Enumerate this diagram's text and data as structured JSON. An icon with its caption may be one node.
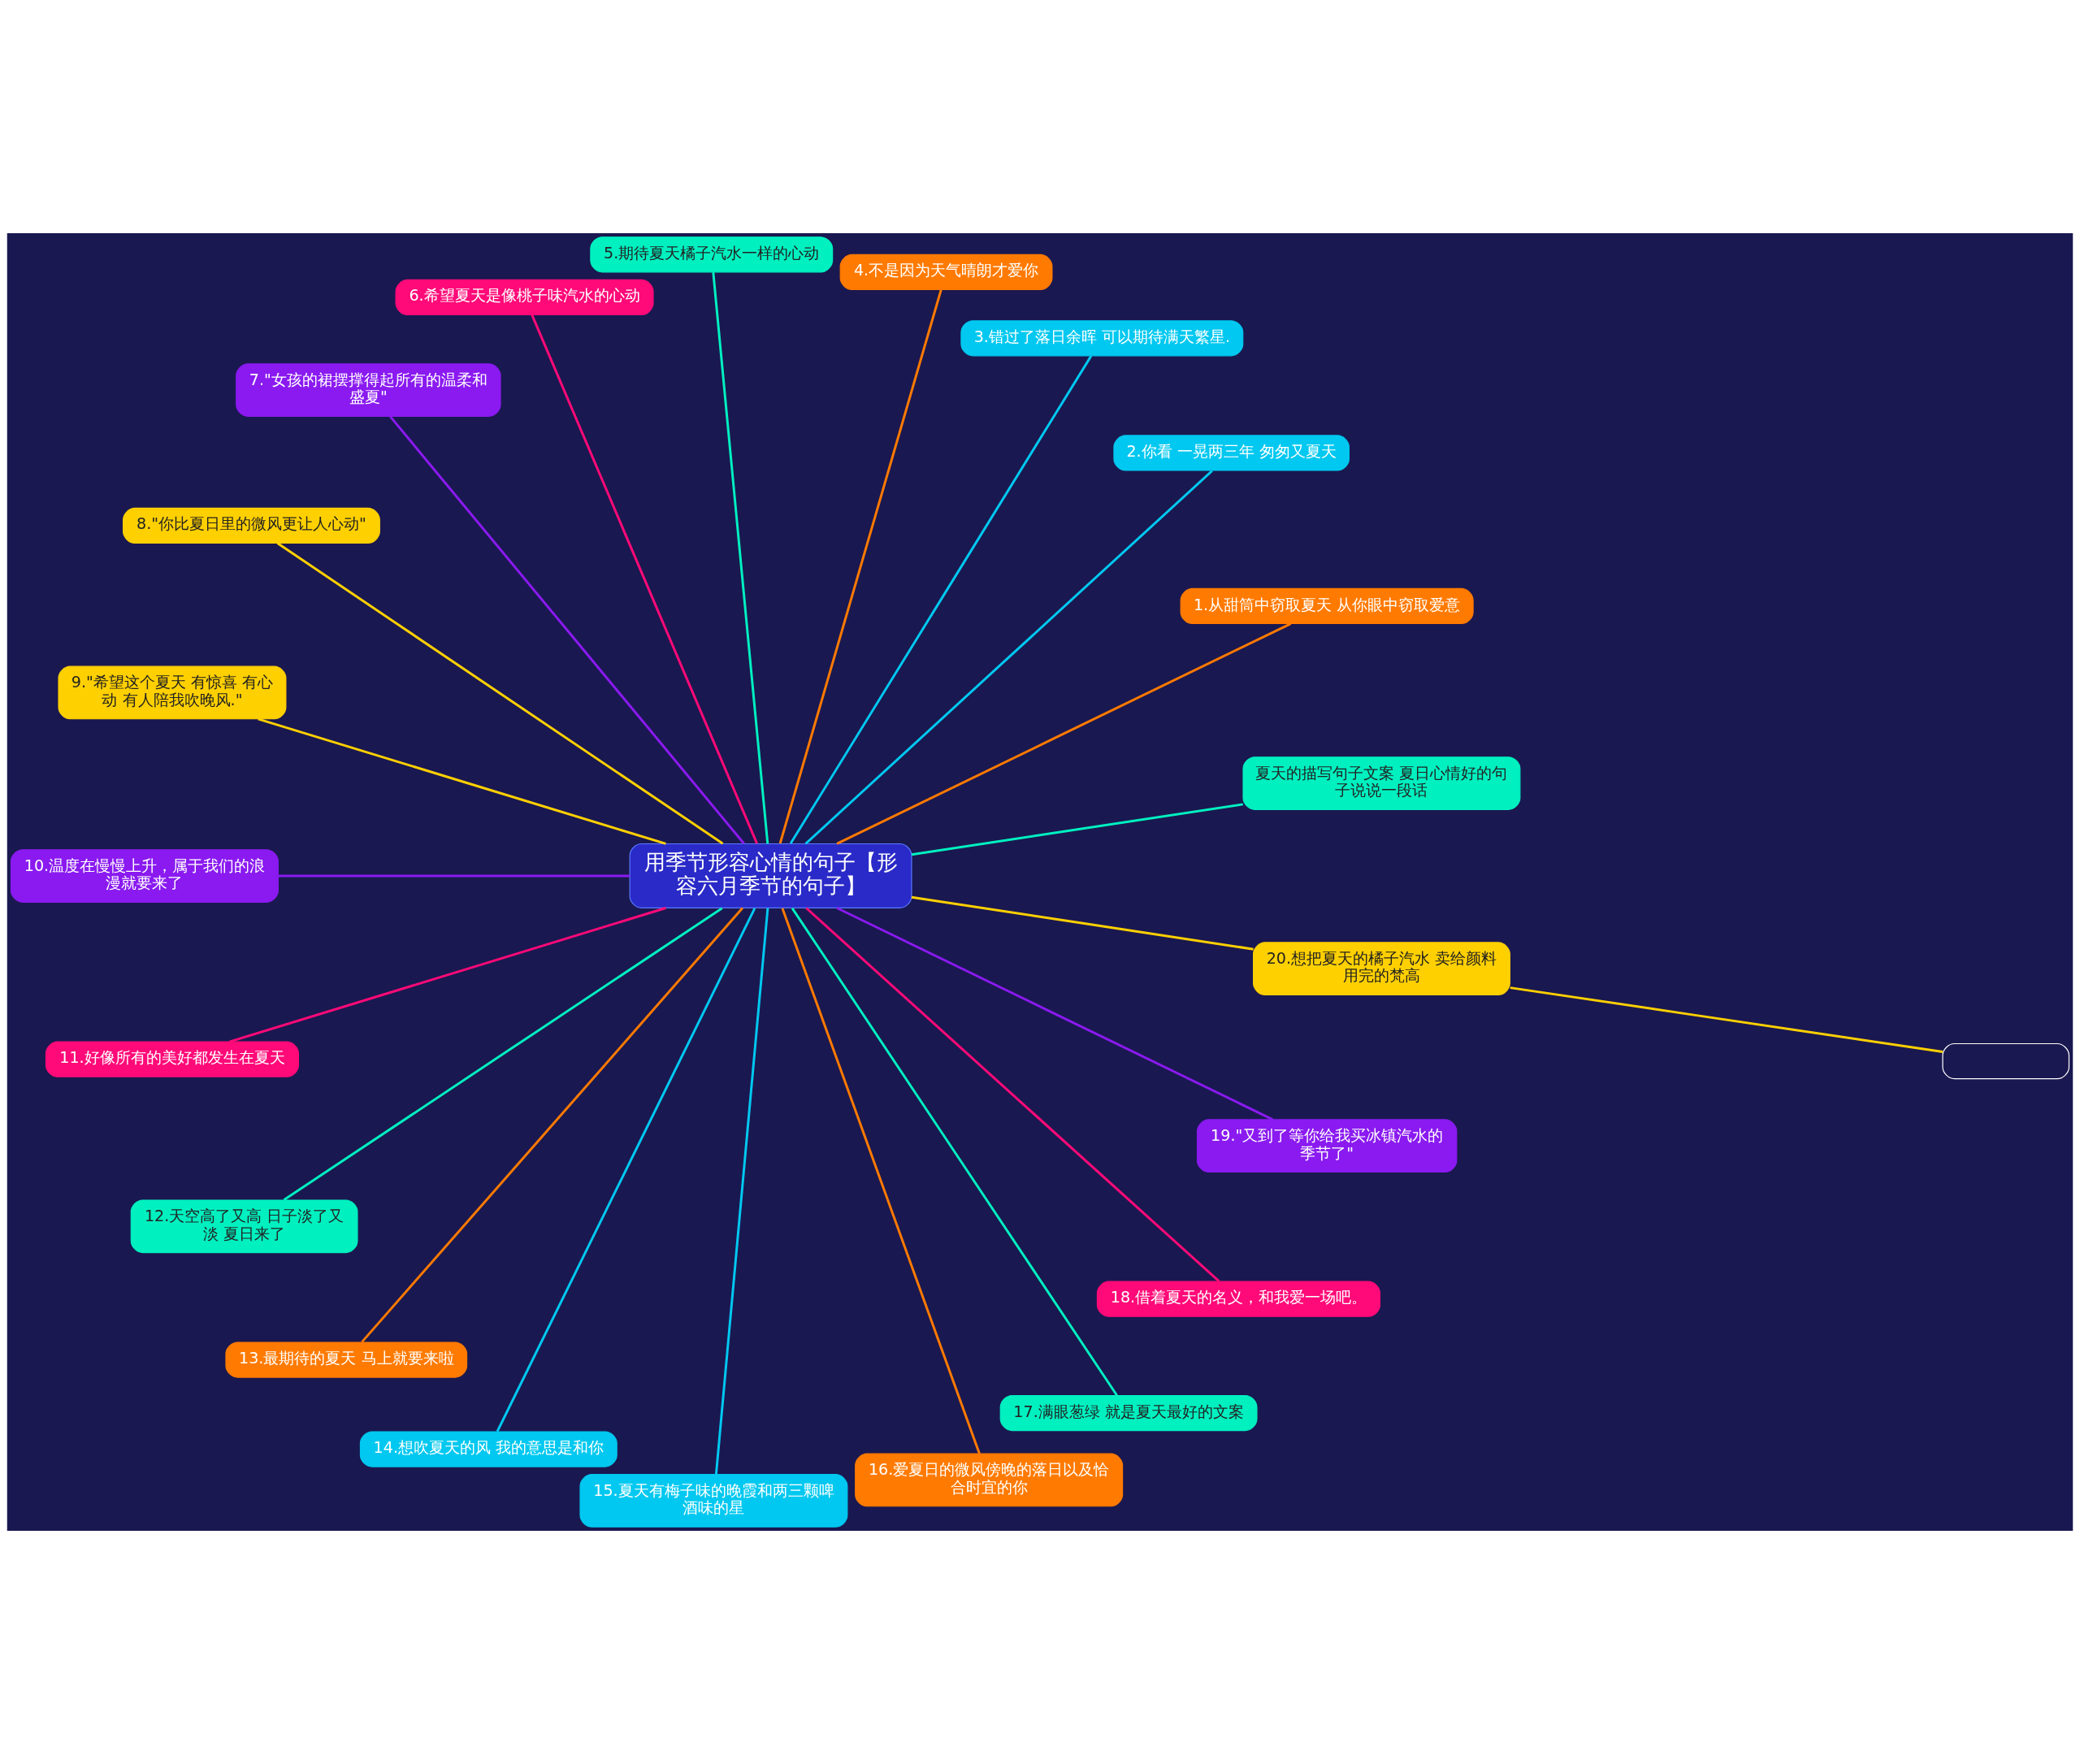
{
  "diagram": {
    "nodes": [
      {
        "text": [
          "用季节形容心情的句子【形容六月季节的句子】"
        ]
      },
      {
        "text": [
          "夏天的描写句子文案 夏日心情好的句子说说一段话"
        ]
      },
      {
        "text": [
          "1.从甜筒中窃取夏天 从你眼中窃取爱意"
        ]
      },
      {
        "text": [
          "2.你看 一晃两三年 匆匆又夏天"
        ]
      },
      {
        "text": [
          "3.错过了落日余晖 可以期待满天繁星."
        ]
      },
      {
        "text": [
          "4.不是因为天气晴朗才爱你"
        ]
      },
      {
        "text": [
          "5.期待夏天橘子汽水一样的心动"
        ]
      },
      {
        "text": [
          "6.希望夏天是像桃子味汽水的心动"
        ]
      },
      {
        "text": [
          "7.\"女孩的裙摆撑得起所有的温柔和盛夏\""
        ]
      },
      {
        "text": [
          "8.\"你比夏日里的微风更让人心动\""
        ]
      },
      {
        "text": [
          "9.\"希望这个夏天 有惊喜 有心动 有人陪我吹晚风.\""
        ]
      },
      {
        "text": [
          "10.温度在慢慢上升，属于我们的浪漫就要来了"
        ]
      },
      {
        "text": [
          "11.好像所有的美好都发生在夏天"
        ]
      },
      {
        "text": [
          "12.天空高了又高 日子淡了又淡 夏日来了"
        ]
      },
      {
        "text": [
          "13.最期待的夏天 马上就要来啦"
        ]
      },
      {
        "text": [
          "14.想吹夏天的风 我的意思是和你"
        ]
      },
      {
        "text": [
          "15.夏天有梅子味的晚霞和两三颗啤酒味的星"
        ]
      },
      {
        "text": [
          "16.爱夏日的微风傍晚的落日以及恰合时宜的你"
        ]
      },
      {
        "text": [
          "17.满眼葱绿 就是夏天最好的文案"
        ]
      },
      {
        "text": [
          "18.借着夏天的名义，和我爱一场吧。"
        ]
      },
      {
        "text": [
          "19.\"又到了等你给我买冰镇汽水的季节了\""
        ]
      },
      {
        "text": [
          "20.想把夏天的橘子汽水 卖给颜料用完的梵高"
        ]
      },
      {
        "text": [],
        "shape": "box"
      }
    ],
    "edges": [
      {
        "from": 0,
        "to": 1,
        "arrow": "none",
        "color": "#00f0c0"
      },
      {
        "from": 0,
        "to": 2,
        "arrow": "none",
        "color": "#ff7a00"
      },
      {
        "from": 0,
        "to": 3,
        "arrow": "none",
        "color": "#00c8f0"
      },
      {
        "from": 0,
        "to": 4,
        "arrow": "none",
        "color": "#00c8f0"
      },
      {
        "from": 0,
        "to": 5,
        "arrow": "none",
        "color": "#ff7a00"
      },
      {
        "from": 0,
        "to": 6,
        "arrow": "none",
        "color": "#00f0c0"
      },
      {
        "from": 0,
        "to": 7,
        "arrow": "none",
        "color": "#ff0a78"
      },
      {
        "from": 0,
        "to": 8,
        "arrow": "none",
        "color": "#8a1af0"
      },
      {
        "from": 0,
        "to": 9,
        "arrow": "none",
        "color": "#ffd000"
      },
      {
        "from": 0,
        "to": 10,
        "arrow": "none",
        "color": "#ffd000"
      },
      {
        "from": 0,
        "to": 11,
        "arrow": "none",
        "color": "#8a1af0"
      },
      {
        "from": 0,
        "to": 12,
        "arrow": "none",
        "color": "#ff0a78"
      },
      {
        "from": 0,
        "to": 13,
        "arrow": "none",
        "color": "#00f0c0"
      },
      {
        "from": 0,
        "to": 14,
        "arrow": "none",
        "color": "#ff7a00"
      },
      {
        "from": 0,
        "to": 15,
        "arrow": "none",
        "color": "#00c8f0"
      },
      {
        "from": 0,
        "to": 16,
        "arrow": "none",
        "color": "#00c8f0"
      },
      {
        "from": 0,
        "to": 17,
        "arrow": "none",
        "color": "#ff7a00"
      },
      {
        "from": 0,
        "to": 18,
        "arrow": "none",
        "color": "#00f0c0"
      },
      {
        "from": 0,
        "to": 19,
        "arrow": "none",
        "color": "#ff0a78"
      },
      {
        "from": 0,
        "to": 20,
        "arrow": "none",
        "color": "#8a1af0"
      },
      {
        "from": 0,
        "to": 21,
        "arrow": "none",
        "color": "#ffd000"
      },
      {
        "from": 21,
        "to": 22,
        "arrow": "none",
        "color": "#ffd000"
      }
    ]
  }
}
